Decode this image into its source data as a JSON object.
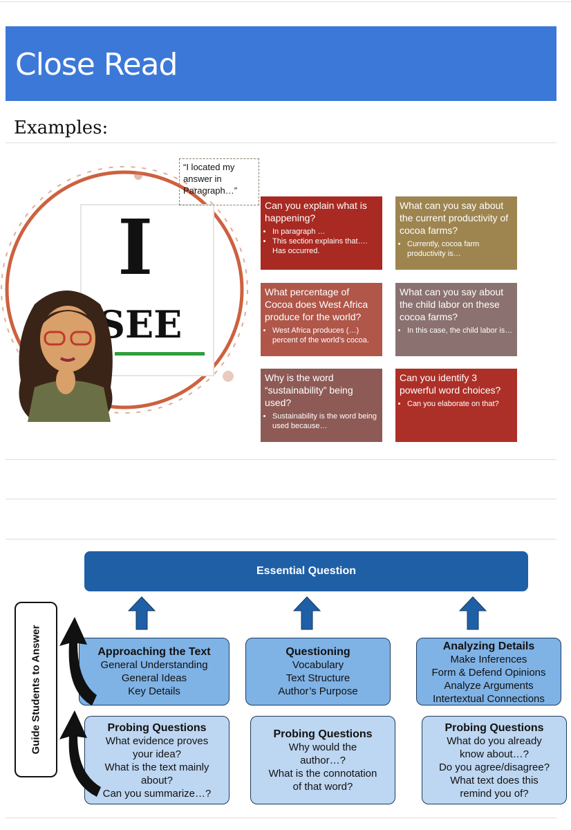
{
  "header": {
    "title": "Close Read"
  },
  "examples_label": "Examples:",
  "quote_note": "“I located my answer in Paragraph…”",
  "sign": {
    "big_letter": "I",
    "big_word": "SEE"
  },
  "cards": [
    {
      "question": "Can you explain what is happening?",
      "bullets": [
        "In paragraph …",
        "This section explains that…. Has occurred."
      ],
      "color": "#a82a22"
    },
    {
      "question": "What can you say about the current productivity of cocoa farms?",
      "bullets": [
        "Currently, cocoa farm productivity is…"
      ],
      "color": "#9e8550"
    },
    {
      "question": "What percentage of Cocoa does West Africa produce for the world?",
      "bullets": [
        "West Africa produces (…) percent of the world’s cocoa."
      ],
      "color": "#b0574a"
    },
    {
      "question": "What can you say about the child labor on these cocoa farms?",
      "bullets": [
        "In this case, the child labor is…"
      ],
      "color": "#8b716f"
    },
    {
      "question": "Why is the word “sustainability” being used?",
      "bullets": [
        "Sustainability is the word being used because…"
      ],
      "color": "#8e5a55"
    },
    {
      "question": "Can you identify 3 powerful word choices?",
      "bullets": [
        "Can you elaborate on that?"
      ],
      "color": "#ad3028"
    }
  ],
  "diagram": {
    "essential_question": "Essential Question",
    "guide_label": "Guide Students to Answer",
    "top_boxes": [
      {
        "title": "Approaching the Text",
        "lines": [
          "General Understanding",
          "General Ideas",
          "Key Details"
        ]
      },
      {
        "title": "Questioning",
        "lines": [
          "Vocabulary",
          "Text Structure",
          "Author’s Purpose"
        ]
      },
      {
        "title": "Analyzing Details",
        "lines": [
          "Make Inferences",
          "Form & Defend Opinions",
          "Analyze Arguments",
          "Intertextual Connections"
        ]
      }
    ],
    "bottom_boxes": [
      {
        "title": "Probing Questions",
        "lines": [
          "What evidence proves",
          "your idea?",
          "What is the text mainly",
          "about?",
          "Can you summarize…?"
        ]
      },
      {
        "title": "Probing Questions",
        "lines": [
          "Why would the",
          "author…?",
          "What is the connotation",
          "of that word?"
        ]
      },
      {
        "title": "Probing Questions",
        "lines": [
          "What do you already",
          "know about…?",
          "Do you agree/disagree?",
          "What text does this",
          "remind you of?"
        ]
      }
    ]
  },
  "colors": {
    "banner": "#3c78d8",
    "essential": "#1f5fa6",
    "box_dark": "#7fb2e5",
    "box_light": "#bdd6f1",
    "arrow": "#1f5fa6"
  }
}
